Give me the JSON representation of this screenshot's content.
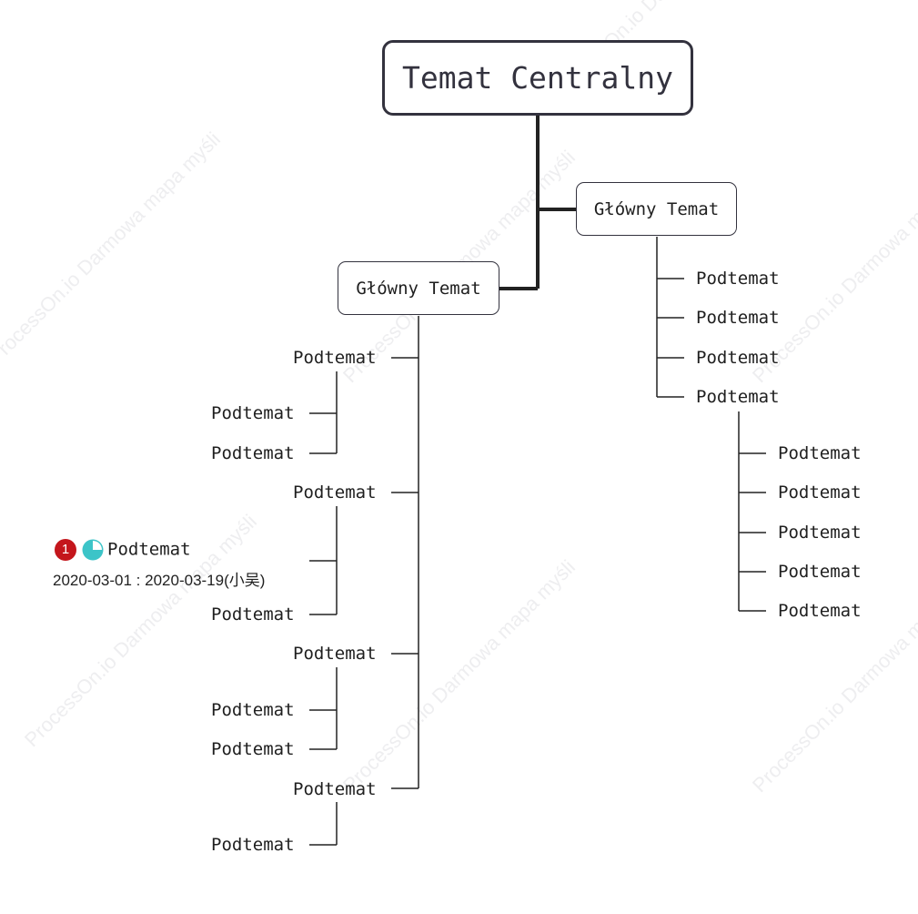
{
  "watermark_text": "ProcessOn.io Darmowa mapa myśli",
  "central": {
    "label": "Temat Centralny"
  },
  "main_topics": [
    {
      "label": "Główny Temat"
    },
    {
      "label": "Główny Temat"
    }
  ],
  "right_branch": {
    "subtopics": [
      "Podtemat",
      "Podtemat",
      "Podtemat",
      "Podtemat"
    ],
    "sub_subtopics": [
      "Podtemat",
      "Podtemat",
      "Podtemat",
      "Podtemat",
      "Podtemat"
    ]
  },
  "left_branch": {
    "groups": [
      {
        "label": "Podtemat",
        "children": [
          "Podtemat",
          "Podtemat"
        ]
      },
      {
        "label": "Podtemat",
        "children": [
          "Podtemat",
          "Podtemat"
        ]
      },
      {
        "label": "Podtemat",
        "children": [
          "Podtemat",
          "Podtemat"
        ]
      },
      {
        "label": "Podtemat",
        "children": [
          "Podtemat"
        ]
      }
    ]
  },
  "special_node": {
    "priority": "1",
    "progress_icon": "quarter-pie-progress-icon",
    "progress_fraction": 0.75,
    "date_range": "2020-03-01 : 2020-03-19(小吴)"
  },
  "colors": {
    "line_dark": "#222222",
    "priority_red": "#c4161c",
    "progress_teal": "#3cc4c8"
  }
}
